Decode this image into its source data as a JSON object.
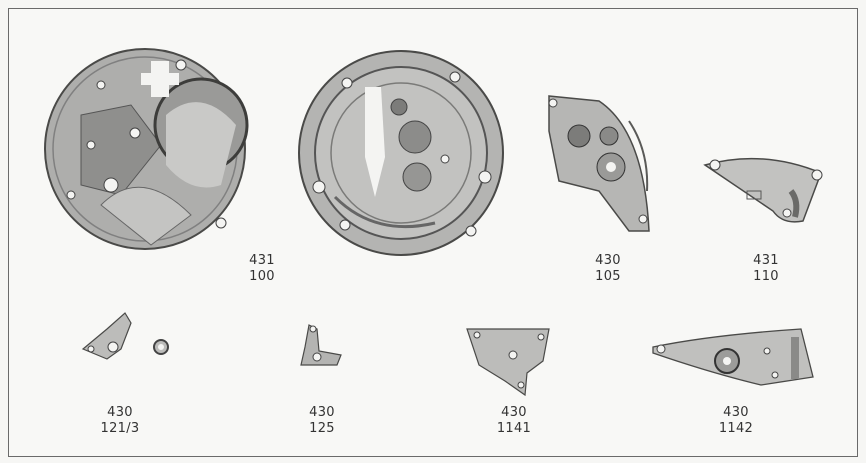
{
  "parts": [
    {
      "id": "p1",
      "ref": "431",
      "num": "100",
      "shape": "mainplate-circle"
    },
    {
      "id": "p2",
      "ref": "430",
      "num": "105",
      "shape": "bridge-large"
    },
    {
      "id": "p3",
      "ref": "431",
      "num": "110",
      "shape": "bridge-fan"
    },
    {
      "id": "p4",
      "ref": "430",
      "num": "121/3",
      "shape": "lever-small"
    },
    {
      "id": "p5",
      "ref": "430",
      "num": "125",
      "shape": "clamp-small"
    },
    {
      "id": "p6",
      "ref": "430",
      "num": "1141",
      "shape": "plate-trapezoid"
    },
    {
      "id": "p7",
      "ref": "430",
      "num": "1142",
      "shape": "bridge-long"
    }
  ],
  "colors": {
    "metal": "#b9b9b7",
    "metal_dark": "#6e6e6c",
    "outline": "#4a4a48",
    "hole": "#f4f4f2"
  }
}
